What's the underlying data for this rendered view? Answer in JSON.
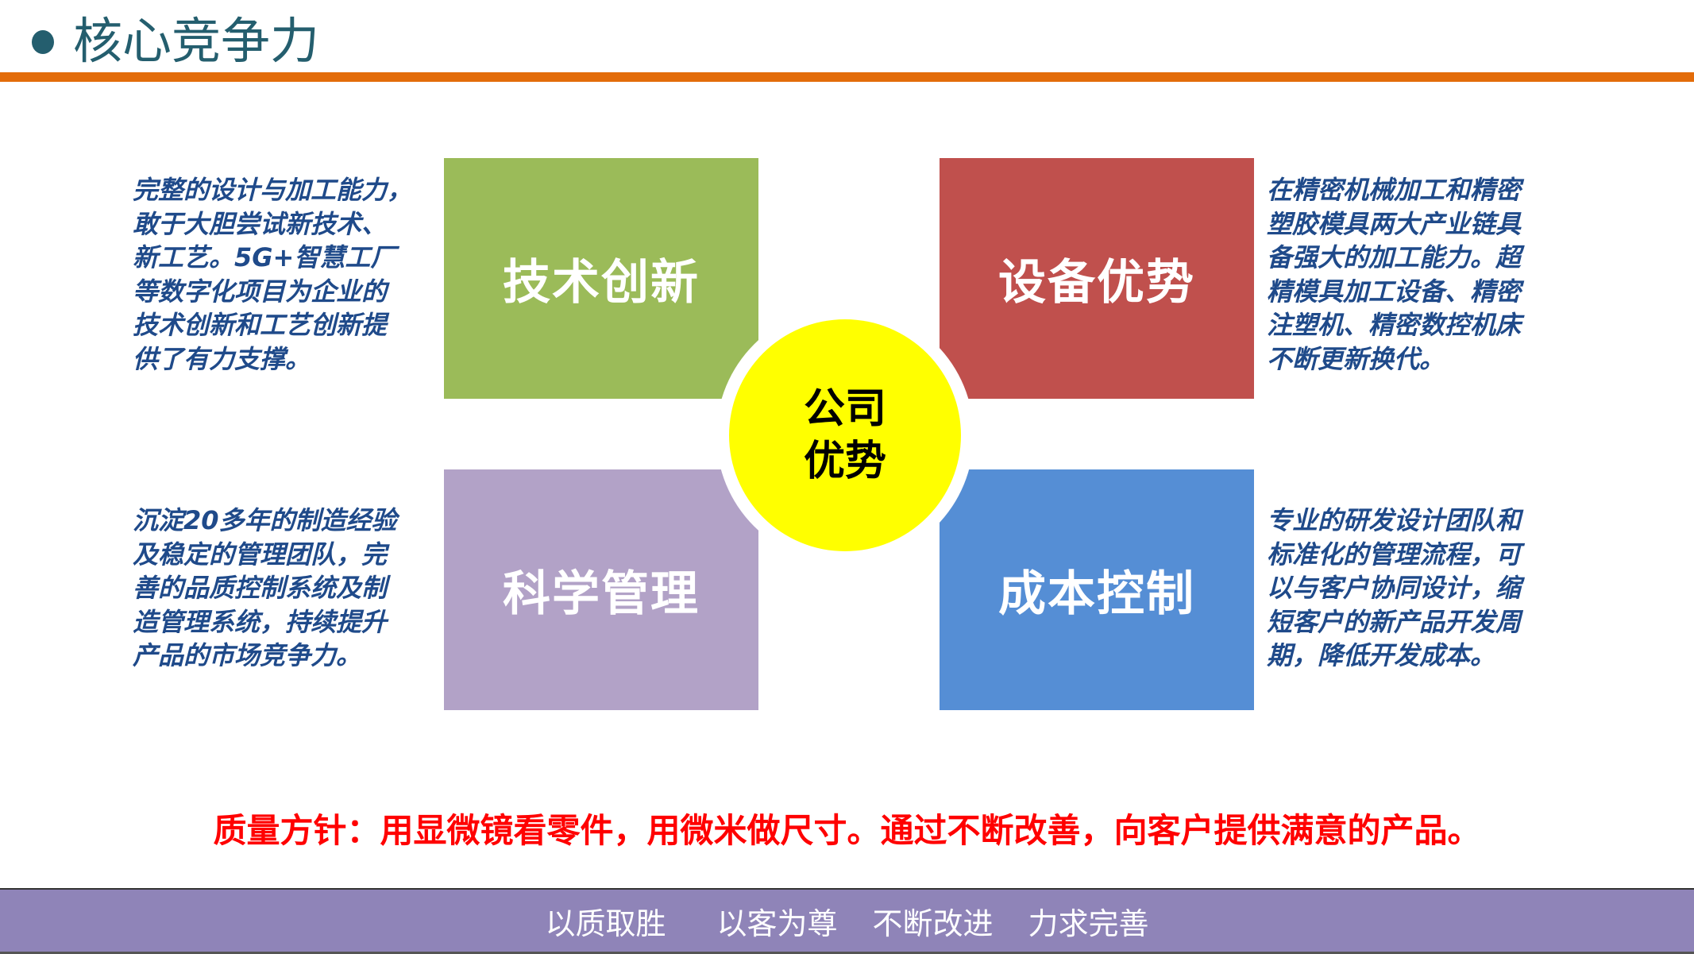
{
  "header": {
    "title": "核心竞争力"
  },
  "center": {
    "lines": [
      "公司",
      "优势"
    ]
  },
  "quadrants": [
    {
      "label": "技术创新",
      "color": "#9bbb59",
      "description": [
        "完整的设计与加工能力，",
        "敢于大胆尝试新技术、",
        "新工艺。5G+智慧工厂",
        "等数字化项目为企业的",
        "技术创新和工艺创新提",
        "供了有力支撑。"
      ]
    },
    {
      "label": "设备优势",
      "color": "#c0504d",
      "description": [
        "在精密机械加工和精密",
        "塑胶模具两大产业链具",
        "备强大的加工能力。超",
        "精模具加工设备、精密",
        "注塑机、精密数控机床",
        "不断更新换代。"
      ]
    },
    {
      "label": "科学管理",
      "color": "#b2a2c7",
      "description": [
        "沉淀20多年的制造经验",
        "及稳定的管理团队，完",
        "善的品质控制系统及制",
        "造管理系统，持续提升",
        "产品的市场竞争力。"
      ]
    },
    {
      "label": "成本控制",
      "color": "#558ed5",
      "description": [
        "专业的研发设计团队和",
        "标准化的管理流程，可",
        "以与客户协同设计，缩",
        "短客户的新产品开发周",
        "期，降低开发成本。"
      ]
    }
  ],
  "policy": "质量方针：用显微镜看零件，用微米做尺寸。通过不断改善，向客户提供满意的产品。",
  "footer": {
    "slogans": [
      "以质取胜",
      "以客为尊",
      "不断改进",
      "力求完善"
    ]
  }
}
